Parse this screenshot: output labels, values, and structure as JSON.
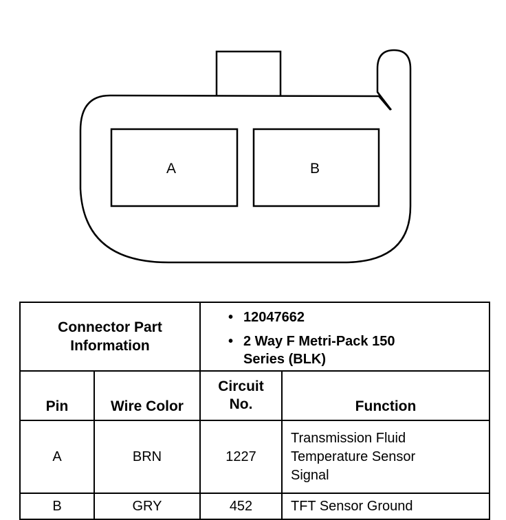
{
  "connector": {
    "cavities": [
      {
        "label": "A"
      },
      {
        "label": "B"
      }
    ]
  },
  "table": {
    "info_label": "Connector Part Information",
    "part_info": [
      "12047662",
      "2 Way F Metri-Pack 150 Series (BLK)"
    ],
    "columns": {
      "pin": "Pin",
      "wire_color": "Wire Color",
      "circuit_line1": "Circuit",
      "circuit_line2": "No.",
      "function": "Function"
    },
    "rows": [
      {
        "pin": "A",
        "wire_color": "BRN",
        "circuit": "1227",
        "function": "Transmission Fluid Temperature Sensor Signal"
      },
      {
        "pin": "B",
        "wire_color": "GRY",
        "circuit": "452",
        "function": "TFT Sensor Ground"
      }
    ]
  }
}
